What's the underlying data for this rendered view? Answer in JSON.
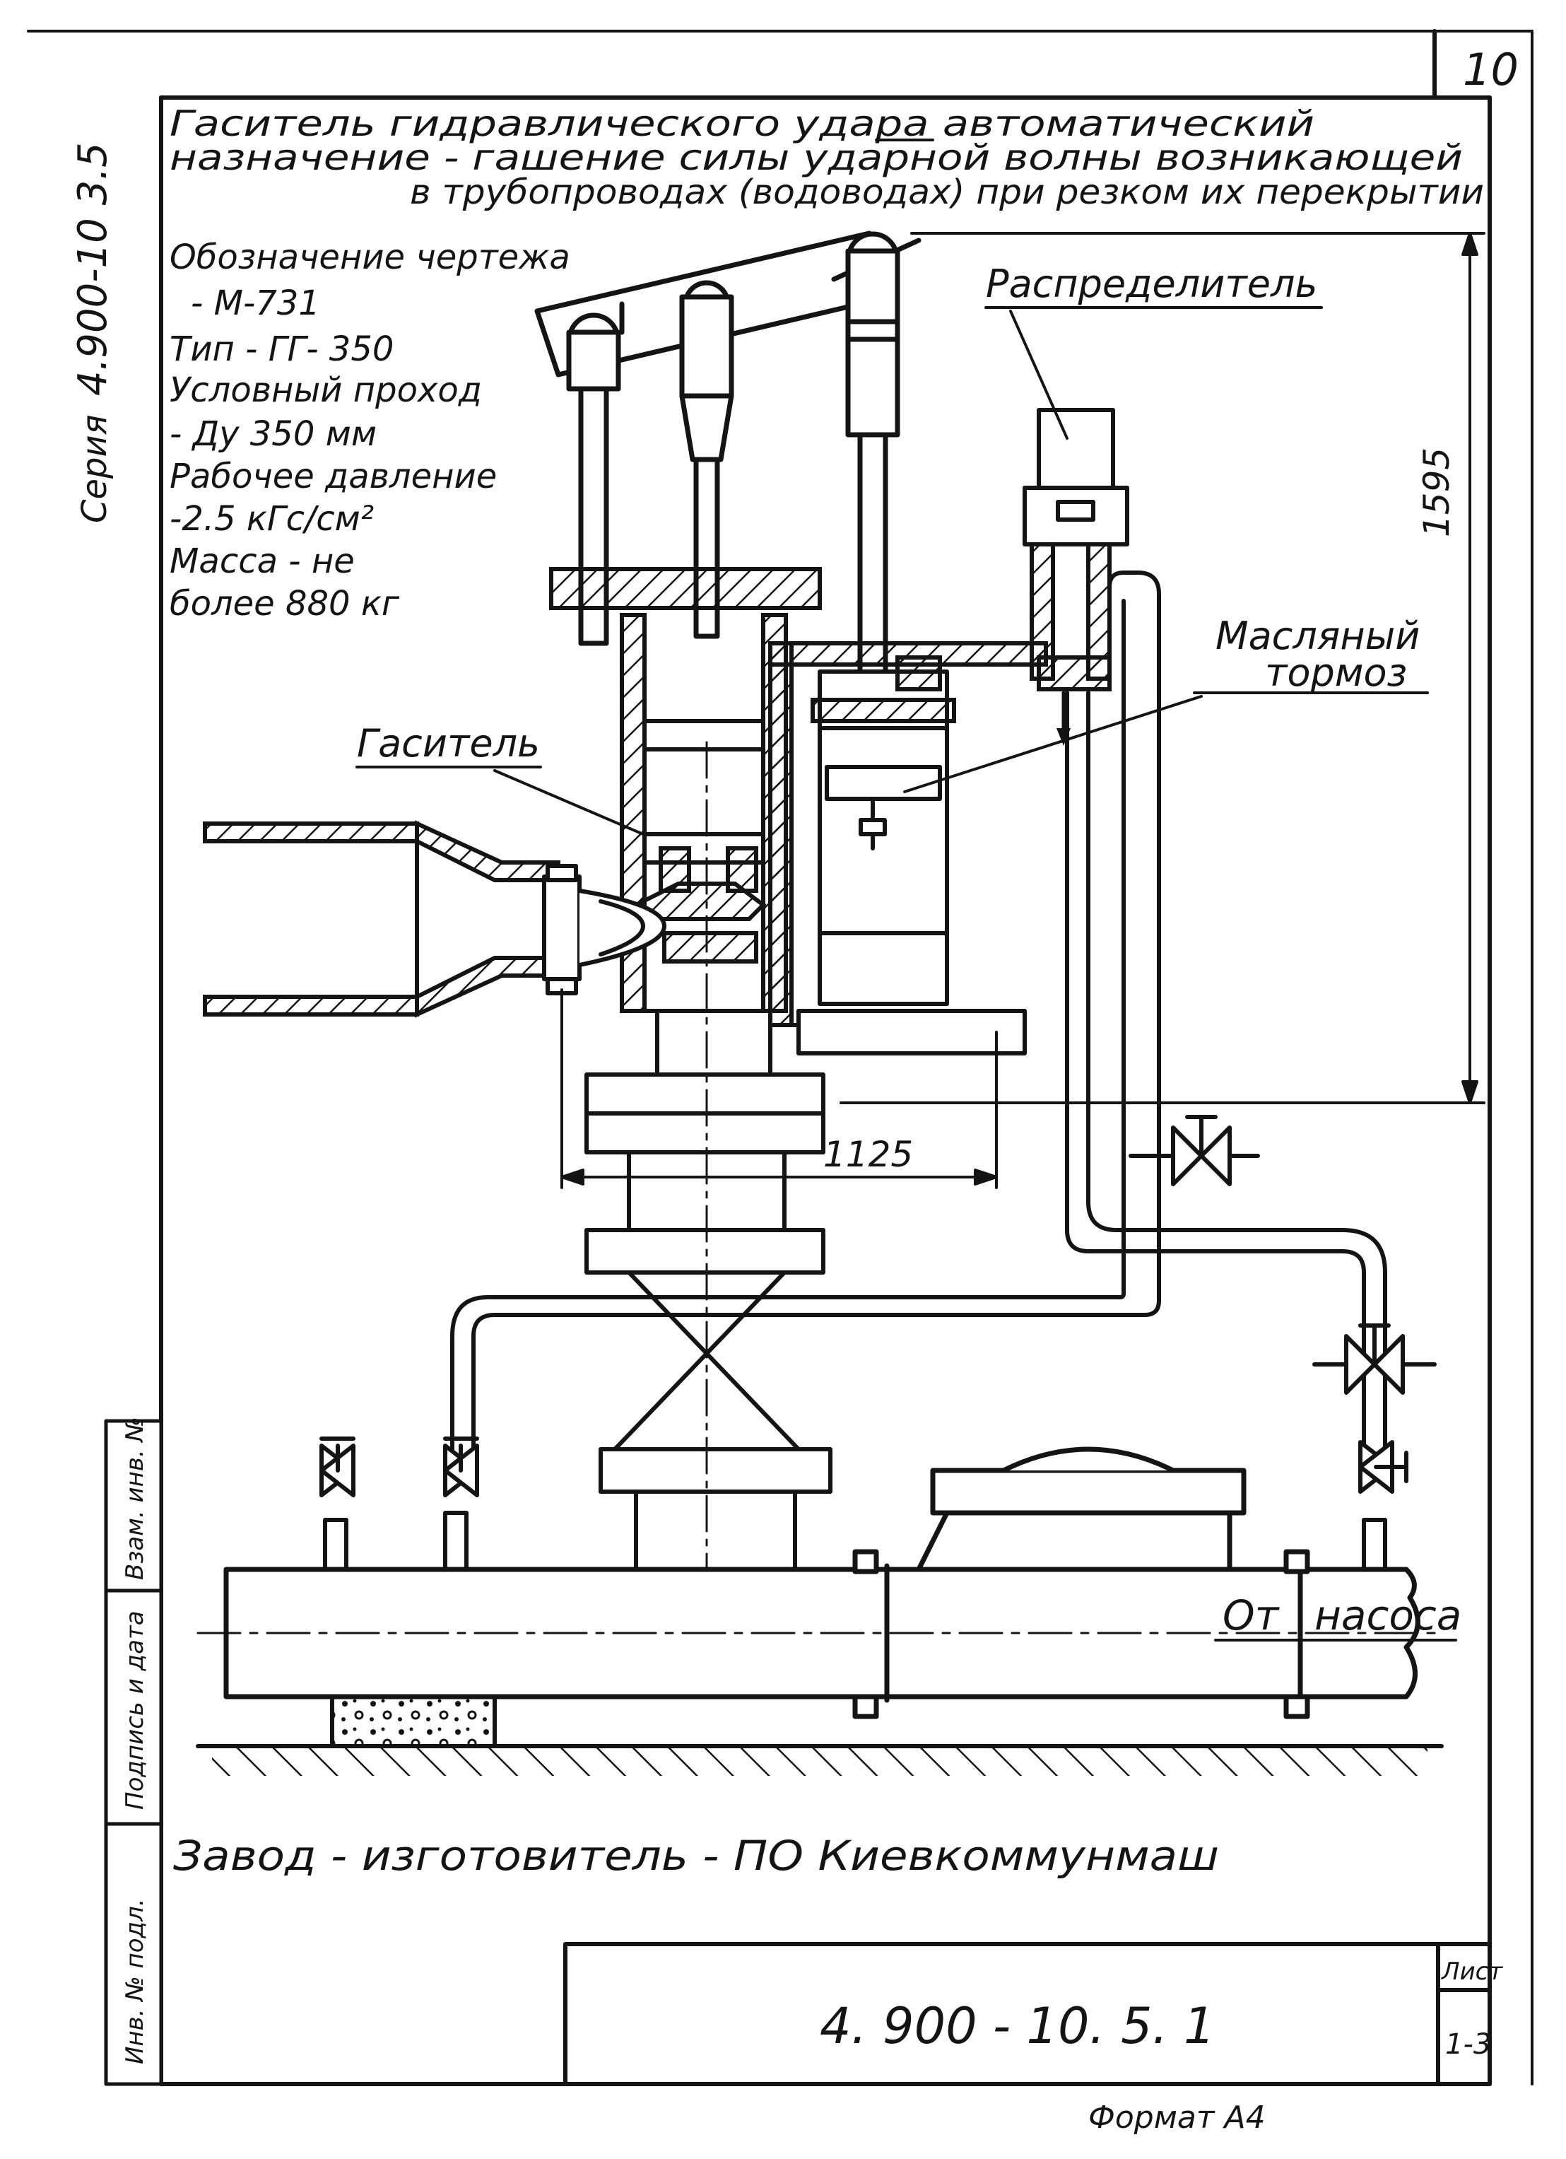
{
  "sheet_number": "10",
  "series_label": "Серия",
  "series_code": "4.900-10 3.5",
  "header": {
    "line1": "Гаситель гидравлического удара автоматический",
    "line2": "назначение - гашение силы ударной волны возникающей",
    "line3": "в трубопроводах (водоводах) при резком их перекрытии"
  },
  "specs": {
    "drawing_designation_label": "Обозначение чертежа",
    "drawing_designation_value": "- М-731",
    "type": "Тип - ГГ- 350",
    "nominal_bore_label": "Условный проход",
    "nominal_bore_value": "- Ду 350 мм",
    "pressure_label": "Рабочее давление",
    "pressure_value": "-2.5 кГс/см²",
    "mass_label": "Масса - не",
    "mass_value": "более 880 кг"
  },
  "callouts": {
    "distributor": "Распределитель",
    "oil_brake_1": "Масляный",
    "oil_brake_2": "тормоз",
    "damper": "Гаситель",
    "from_pump_1": "От",
    "from_pump_2": "насоса"
  },
  "dimensions": {
    "height": "1595",
    "width": "1125"
  },
  "manufacturer": "Завод - изготовитель - ПО Киевкоммунмаш",
  "side_stamp": {
    "cell1": "Инв. № подл.",
    "cell2": "Подпись и дата",
    "cell3": "Взам. инв. №"
  },
  "title_block": {
    "doc_number": "4. 900 - 10. 5. 1",
    "sheet_label": "Лист",
    "sheet_value": "1-3"
  },
  "format_note": "Формат А4"
}
